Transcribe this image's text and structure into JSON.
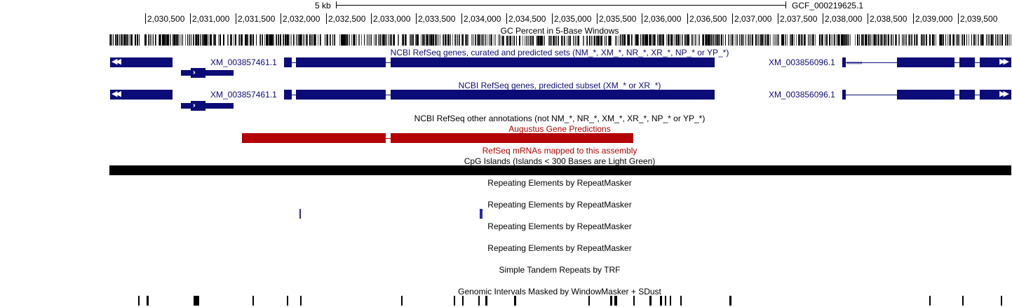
{
  "ruler": {
    "scale_label": "5 kb",
    "assembly_label": "GCF_000219625.1",
    "positions": [
      "2,030,500",
      "2,031,000",
      "2,031,500",
      "2,032,000",
      "2,032,500",
      "2,033,000",
      "2,033,500",
      "2,034,000",
      "2,034,500",
      "2,035,000",
      "2,035,500",
      "2,036,000",
      "2,036,500",
      "2,037,000",
      "2,037,500",
      "2,038,000",
      "2,038,500",
      "2,039,000",
      "2,039,500"
    ]
  },
  "tracks": {
    "gc_percent": "GC Percent in 5-Base Windows",
    "refseq_all": "NCBI RefSeq genes, curated and predicted sets (NM_*, XM_*, NR_*, XR_*, NP_* or YP_*)",
    "refseq_predicted": "NCBI RefSeq genes, predicted subset (XM_* or XR_*)",
    "refseq_other": "NCBI RefSeq other annotations (not NM_*, NR_*, XM_*, XR_*, NP_* or YP_*)",
    "augustus": "Augustus Gene Predictions",
    "refseq_mrna": "RefSeq mRNAs mapped to this assembly",
    "cpg": "CpG Islands (Islands < 300 Bases are Light Green)",
    "rmsk_1": "Repeating Elements by RepeatMasker",
    "rmsk_2": "Repeating Elements by RepeatMasker",
    "rmsk_3": "Repeating Elements by RepeatMasker",
    "rmsk_4": "Repeating Elements by RepeatMasker",
    "trf": "Simple Tandem Repeats by TRF",
    "windowmasker": "Genomic Intervals Masked by WindowMasker + SDust"
  },
  "genes": {
    "left_gene": "XM_003857461.1",
    "right_gene": "XM_003856096.1"
  },
  "colors": {
    "refseq": "#0c0c78",
    "augustus": "#b40000",
    "mrna_label": "#b40000",
    "rmsk": "#2a2aa0",
    "black": "#000000"
  }
}
